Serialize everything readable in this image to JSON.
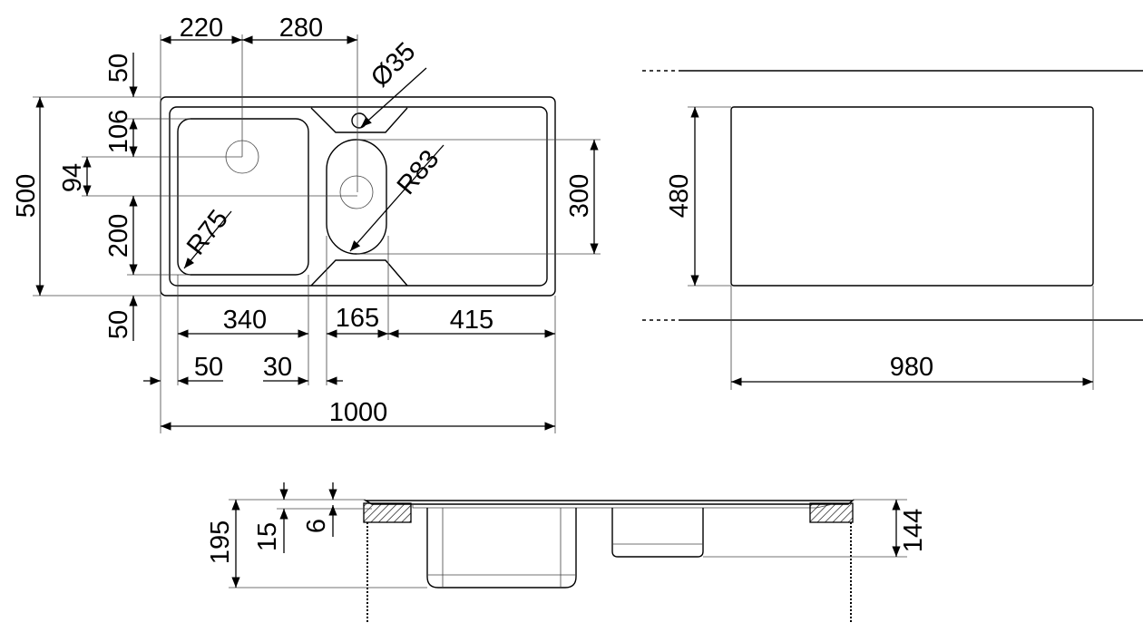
{
  "top_view": {
    "dim_220": "220",
    "dim_280": "280",
    "dim_d35": "Ø35",
    "dim_50_top": "50",
    "dim_106": "106",
    "dim_94": "94",
    "dim_200": "200",
    "dim_50_bottom": "50",
    "dim_500": "500",
    "dim_300": "300",
    "dim_r75": "R75",
    "dim_r83": "R83",
    "dim_340": "340",
    "dim_165": "165",
    "dim_415": "415",
    "dim_50_left": "50",
    "dim_30": "30",
    "dim_1000": "1000"
  },
  "cutout_view": {
    "dim_480": "480",
    "dim_980": "980"
  },
  "section_view": {
    "dim_195": "195",
    "dim_15": "15",
    "dim_6": "6",
    "dim_144": "144"
  }
}
